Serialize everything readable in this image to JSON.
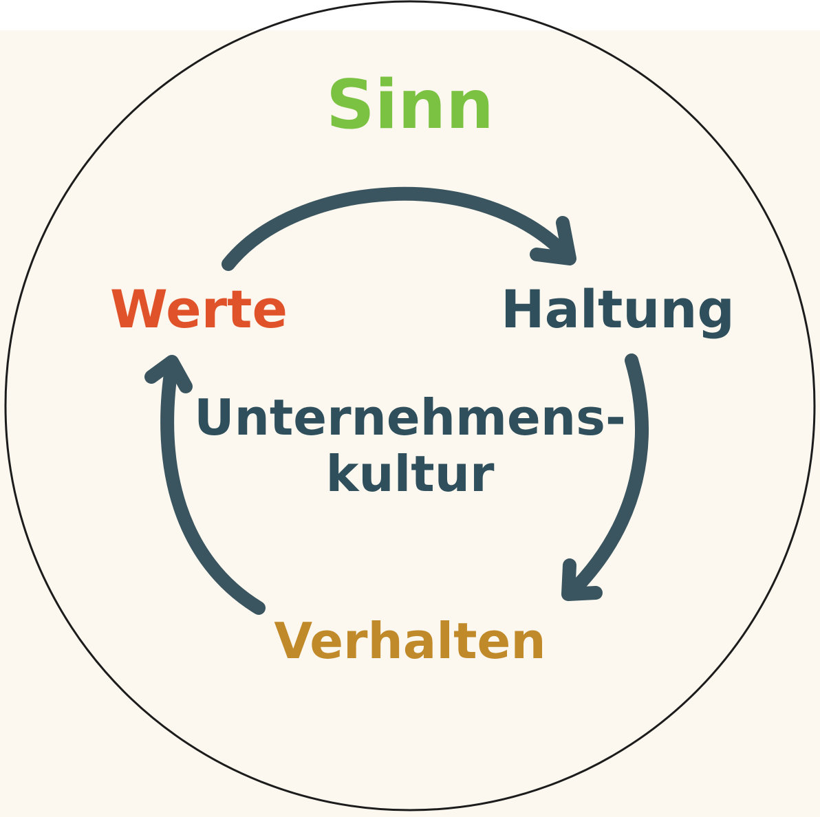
{
  "diagram": {
    "outer_label": "Sinn",
    "nodes": {
      "werte": "Werte",
      "haltung": "Haltung",
      "verhalten": "Verhalten"
    },
    "center_line1": "Unternehmens-",
    "center_line2": "kultur"
  },
  "colors": {
    "background": "#fdf8ef",
    "outer_circle": "#1c1c1c",
    "sinn": "#7cc242",
    "werte": "#e0532a",
    "haltung": "#2f4f5c",
    "verhalten": "#c08a2b",
    "center": "#2f4f5c",
    "arrows": "#3a555f"
  }
}
